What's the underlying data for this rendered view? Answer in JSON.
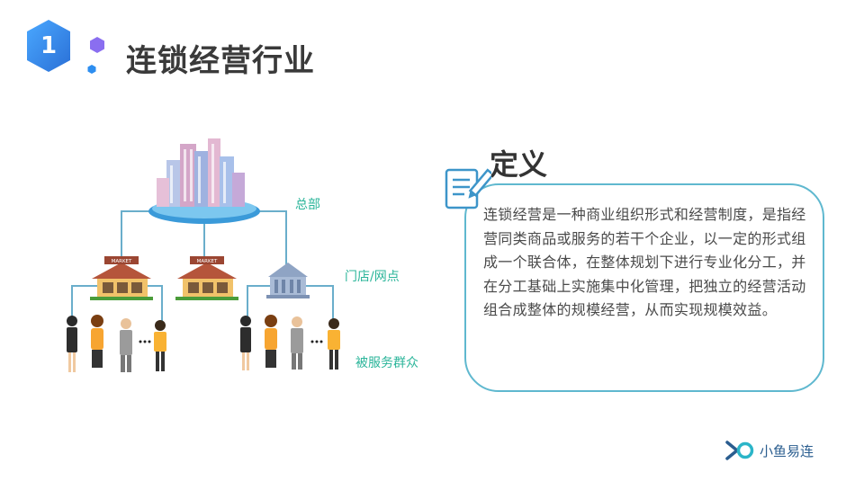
{
  "slide": {
    "number": "1",
    "title": "连锁经营行业"
  },
  "diagram": {
    "headquarters_label": "总部",
    "stores_label": "门店/网点",
    "customers_label": "被服务群众",
    "market_sign": "MARKET"
  },
  "definition": {
    "title": "定义",
    "text": "连锁经营是一种商业组织形式和经营制度，是指经营同类商品或服务的若干个企业，以一定的形式组成一个联合体，在整体规划下进行专业化分工，并在分工基础上实施集中化管理，把独立的经营活动组合成整体的规模经营，从而实现规模效益。"
  },
  "brand": {
    "name": "小鱼易连"
  },
  "colors": {
    "accent_blue": "#3b8fe0",
    "label_green": "#2bb59a",
    "box_border": "#5fb8cf",
    "line": "#6aaecb"
  }
}
